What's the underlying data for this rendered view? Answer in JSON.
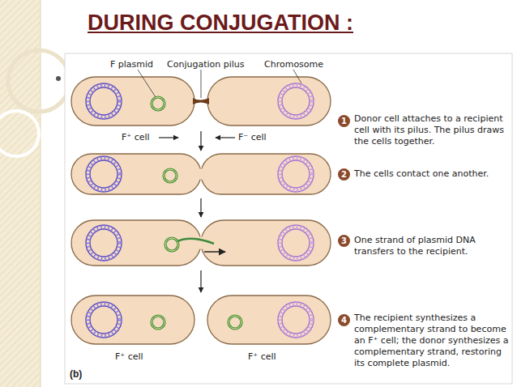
{
  "diagram": {
    "title": "DURING CONJUGATION :",
    "labels": [
      "F plasmid",
      "Conjugation pilus",
      "Chromosome",
      "1",
      "Donor cell attaches to a recipient cell with its pilus. The pilus draws the cells together.",
      "F⁺ cell",
      "F⁻ cell",
      "2",
      "The cells contact one another.",
      "3",
      "One strand of plasmid DNA transfers to the recipient.",
      "4",
      "The recipient synthesizes a complementary strand to become an F⁺ cell; the donor synthesizes a complementary strand, restoring its complete plasmid.",
      "F⁺ cell",
      "F⁺ cell",
      "(b)"
    ]
  }
}
